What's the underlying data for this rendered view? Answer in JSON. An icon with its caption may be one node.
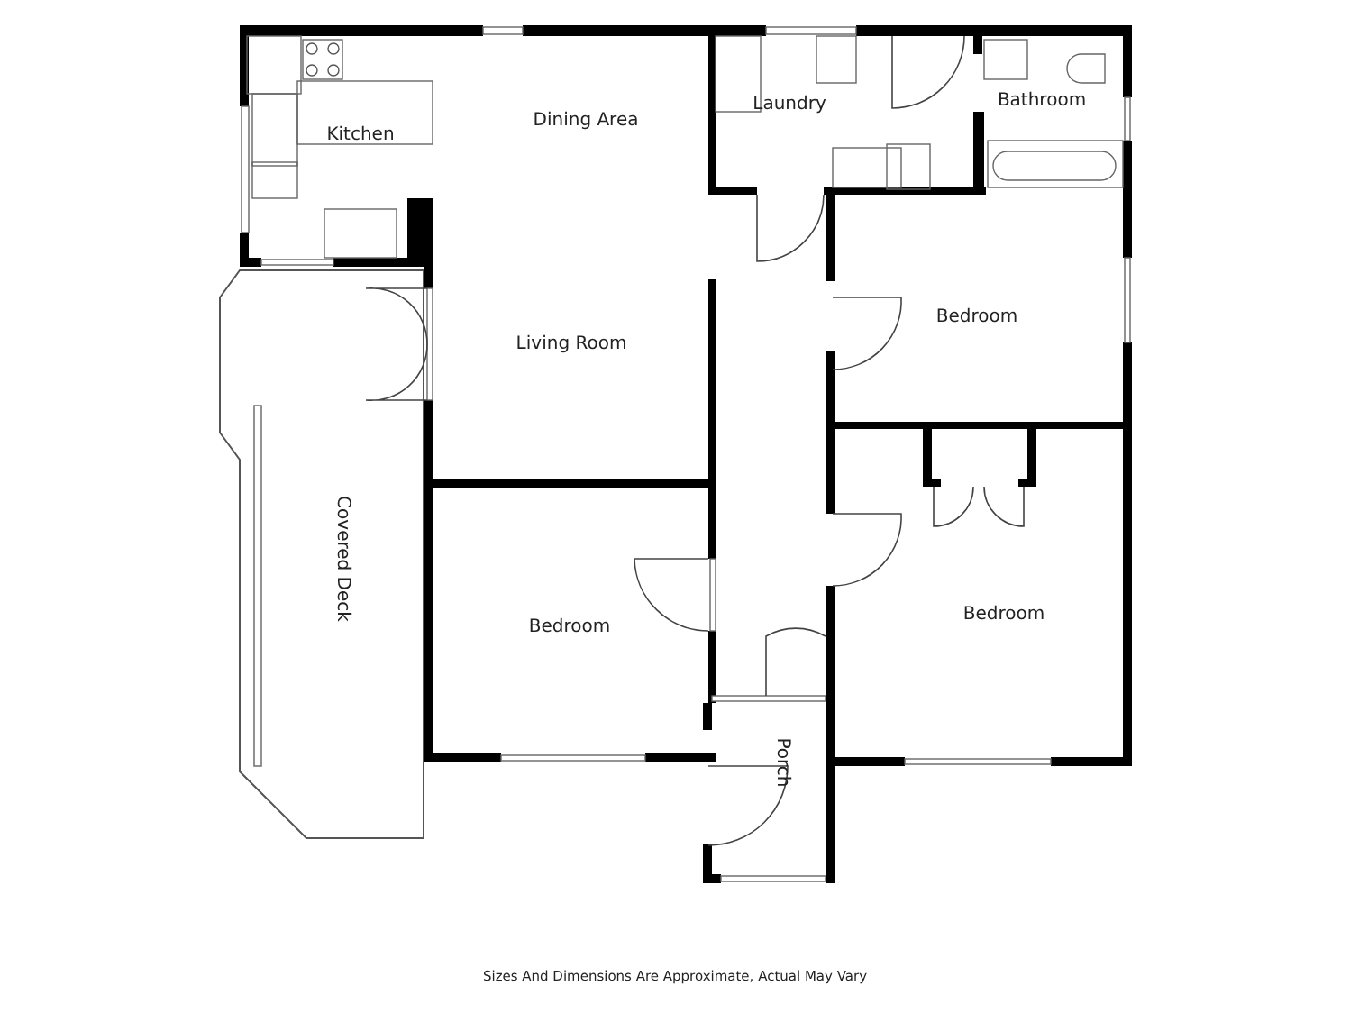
{
  "diagram": {
    "caption": "Sizes And Dimensions Are Approximate, Actual May Vary",
    "nodes": [
      {
        "text": [
          "Kitchen"
        ]
      },
      {
        "text": [
          "Dining Area"
        ]
      },
      {
        "text": [
          "Laundry"
        ]
      },
      {
        "text": [
          "Bathroom"
        ]
      },
      {
        "text": [
          "Living Room"
        ]
      },
      {
        "text": [
          "Bedroom"
        ]
      },
      {
        "text": [
          "Covered Deck"
        ]
      },
      {
        "text": [
          "Bedroom"
        ]
      },
      {
        "text": [
          "Bedroom"
        ]
      },
      {
        "text": [
          "Porch"
        ]
      }
    ],
    "edges": []
  }
}
